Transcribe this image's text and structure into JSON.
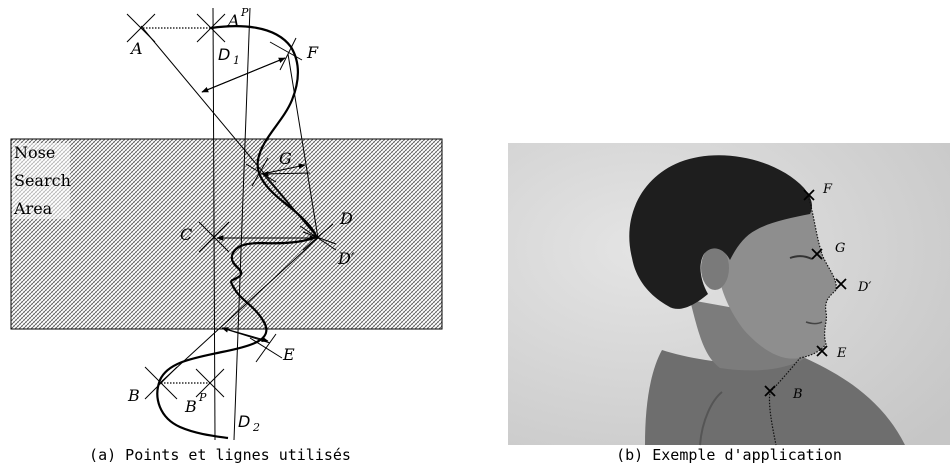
{
  "panel_a": {
    "caption": "(a) Points et lignes utilisés",
    "nose_area_lines": [
      "Nose",
      "Search",
      "Area"
    ],
    "point_labels": {
      "A": "A",
      "AP": "A",
      "AP_sup": "P",
      "F": "F",
      "G": "G",
      "C": "C",
      "D": "D",
      "Dprime": "D′",
      "E": "E",
      "B": "B",
      "BP": "B",
      "BP_sup": "P",
      "D1": "D",
      "D1_sub": "1",
      "D2": "D",
      "D2_sub": "2"
    }
  },
  "panel_b": {
    "caption": "(b) Exemple d'application",
    "point_labels": {
      "F": "F",
      "G": "G",
      "Dprime": "D′",
      "E": "E",
      "B": "B"
    }
  }
}
